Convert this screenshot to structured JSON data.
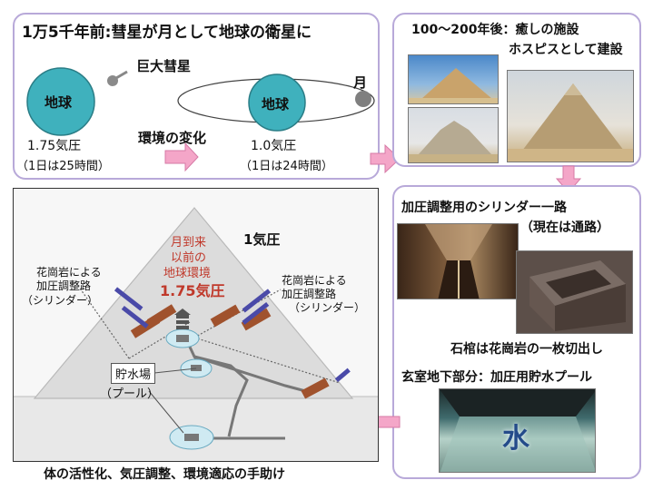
{
  "panel_origin": {
    "title": "1万5千年前:彗星が月として地球の衛星に",
    "comet_label": "巨大彗星",
    "earth_label_before": "地球",
    "earth_label_after": "地球",
    "moon_label": "月",
    "change_label": "環境の変化",
    "pressure_before": "1.75気圧",
    "day_before": "（1日は25時間）",
    "pressure_after": "1.0気圧",
    "day_after": "（1日は24時間）"
  },
  "panel_hospice": {
    "title": "100〜200年後：癒しの施設",
    "subtitle": "ホスピスとして建設"
  },
  "panel_cylinder": {
    "title": "加圧調整用のシリンダー一路",
    "note": "（現在は通路）",
    "caption": "石棺は花崗岩の一枚切出し"
  },
  "panel_pool": {
    "title": "玄室地下部分：加圧用貯水プール",
    "water_char": "水"
  },
  "cross_section": {
    "atmosphere": "1気圧",
    "center_line1": "月到来",
    "center_line2": "以前の",
    "center_line3": "地球環境",
    "center_pressure": "1.75気圧",
    "left_label_line1": "花崗岩による",
    "left_label_line2": "加圧調整路",
    "left_label_line3": "（シリンダー）",
    "right_label_line1": "花崗岩による",
    "right_label_line2": "加圧調整路",
    "right_label_line3": "（シリンダー）",
    "reservoir": "貯水場",
    "pool": "（プール）",
    "bottom_caption": "体の活性化、気圧調整、環境適応の手助け"
  },
  "colors": {
    "panel_border": "#b8a9d9",
    "arrow_fill": "#f4a6c8",
    "earth_fill": "#3fb1bd",
    "pressure_red": "#c0392b",
    "pyramid_gray": "#dcdcdc",
    "granite_brown": "#a0522d"
  }
}
